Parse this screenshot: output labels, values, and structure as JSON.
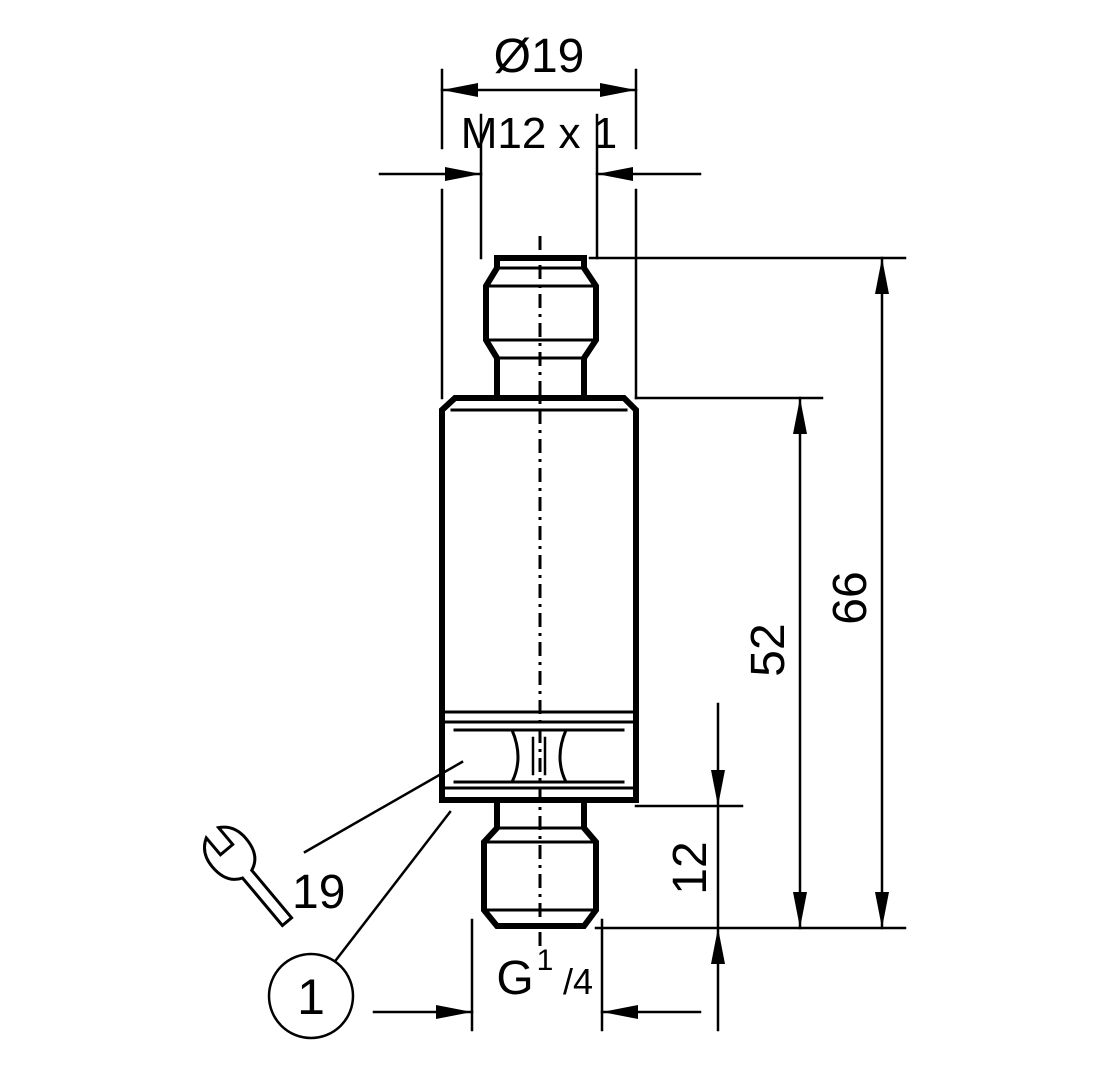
{
  "dimensions": {
    "outer_diameter": "Ø19",
    "thread_top": "M12 x 1",
    "length_body": "52",
    "length_total": "66",
    "length_thread_bottom": "12",
    "thread_bottom_main": "G",
    "thread_bottom_num": "1",
    "thread_bottom_den": "/4",
    "wrench_size": "19"
  },
  "callouts": {
    "item_1": "1"
  },
  "icons": {
    "wrench": "wrench-icon"
  }
}
